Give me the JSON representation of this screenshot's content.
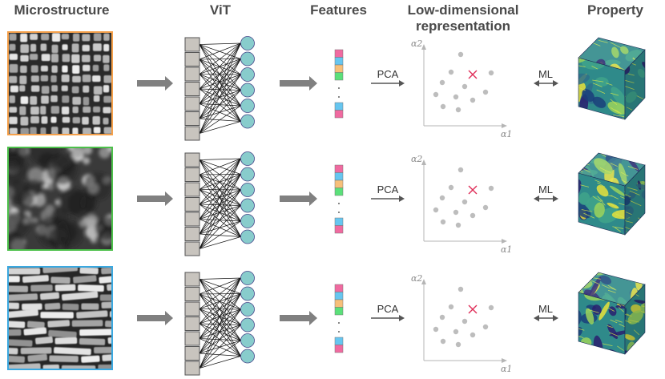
{
  "headers": {
    "microstructure": "Microstructure",
    "vit": "ViT",
    "features": "Features",
    "lowdim_line1": "Low-dimensional",
    "lowdim_line2": "representation",
    "property": "Property"
  },
  "rows": [
    {
      "frame_color": "#F5A04A",
      "image_kind": "cuboidal-precipitates-sem",
      "pca_label": "PCA",
      "ml_label": "ML"
    },
    {
      "frame_color": "#4CC04A",
      "image_kind": "spherical-precipitates-sem",
      "pca_label": "PCA",
      "ml_label": "ML"
    },
    {
      "frame_color": "#3AA8E0",
      "image_kind": "rafted-precipitates-sem",
      "pca_label": "PCA",
      "ml_label": "ML"
    }
  ],
  "feature_colors": [
    "#F06AA0",
    "#66C6F0",
    "#F7C07A",
    "#5BE07A",
    "#66C6F0",
    "#F06AA0"
  ],
  "latent_axes": {
    "x_label": "α1",
    "y_label": "α2"
  },
  "latent_marker_color": "#E0305A",
  "point_color": "#BDBDBD",
  "arrow_color": "#808080",
  "node_color": "#88CCCC",
  "input_color": "#C8C4BE"
}
